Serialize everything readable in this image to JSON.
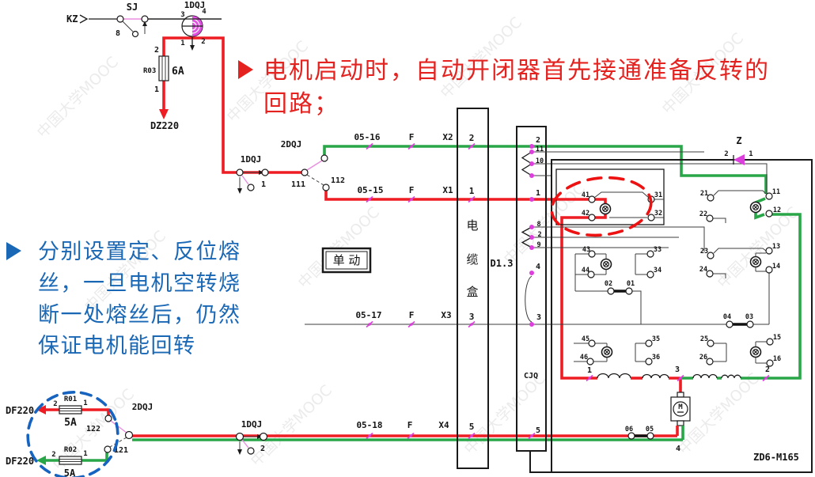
{
  "colors": {
    "wire_red": "#ee1c23",
    "wire_green": "#28a648",
    "magenta": "#dd3fdd",
    "magenta_soft": "#ea8de0",
    "annotation_red": "#e42320",
    "annotation_blue": "#1a68b5",
    "dashed_red": "#ee1111",
    "dashed_blue": "#1663c0",
    "watermark": "#8a8a8a"
  },
  "watermark": {
    "text": "中国大学MOOC"
  },
  "annotation1": {
    "marker": "➢",
    "line1": "电机启动时，自动开闭器首先接通准备反转的",
    "line2": "回路；"
  },
  "annotation2": {
    "marker": "➢",
    "line1": "分别设置定、反位熔",
    "line2": "丝，一旦电机空转烧",
    "line3": "断一处熔丝后，仍然",
    "line4": "保证电机能回转"
  },
  "top": {
    "kz": "KZ",
    "sj": "SJ",
    "n8": "8",
    "relay": "1DQJ",
    "n3": "3",
    "n4": "4",
    "n1": "1",
    "n2": "2",
    "fuse_top": "2",
    "fuse": "R03",
    "rating": "6A",
    "fuse_bottom": "1",
    "supply": "DZ220"
  },
  "mid": {
    "relay1": "1DQJ",
    "c1": "1",
    "relay2": "2DQJ",
    "c111": "111",
    "c112": "112"
  },
  "rows": [
    {
      "id": "05-16",
      "f": "F",
      "x": "X2",
      "n": "2"
    },
    {
      "id": "05-15",
      "f": "F",
      "x": "X1",
      "n": "1"
    },
    {
      "id": "05-17",
      "f": "F",
      "x": "X3",
      "n": "3"
    },
    {
      "id": "05-18",
      "f": "F",
      "x": "X4",
      "n": "5"
    }
  ],
  "cable_box": {
    "c0": "电",
    "c1": "缆",
    "c2": "盒"
  },
  "dan_dong": "单 动",
  "d13": "D1.3",
  "cjq": {
    "title": "CJQ",
    "t2": "2",
    "t1": "1",
    "t4": "4",
    "t3": "3",
    "t5": "5",
    "pin1": "11",
    "pin2": "10",
    "pin3": "8",
    "pin4": "2",
    "pin5": "9"
  },
  "block": {
    "z": "Z",
    "z2": "2",
    "z1": "1",
    "c41": "41",
    "c42": "42",
    "c31": "31",
    "c32": "32",
    "c21": "21",
    "c22": "22",
    "c11": "11",
    "c12": "12",
    "c43": "43",
    "c44": "44",
    "c33": "33",
    "c34": "34",
    "c02": "02",
    "c01": "01",
    "c23": "23",
    "c24": "24",
    "c13": "13",
    "c14": "14",
    "c04": "04",
    "c03": "03",
    "c45": "45",
    "c46": "46",
    "c35": "35",
    "c36": "36",
    "c25": "25",
    "c26": "26",
    "c15": "15",
    "c16": "16",
    "c06": "06",
    "c05": "05",
    "t1": "1",
    "t3": "3",
    "t2": "2",
    "t4": "4",
    "motor": "M",
    "model": "ZD6-M165"
  },
  "bottom": {
    "df_top": "DF220",
    "r01": "R01",
    "r01_a": "5A",
    "r01_l": "2",
    "r01_r": "1",
    "c122": "122",
    "relay2": "2DQJ",
    "df_bot": "DF220",
    "r02": "R02",
    "r02_a": "5A",
    "r02_l": "2",
    "r02_r": "1",
    "c121": "121",
    "relay1": "1DQJ",
    "n2": "2"
  }
}
